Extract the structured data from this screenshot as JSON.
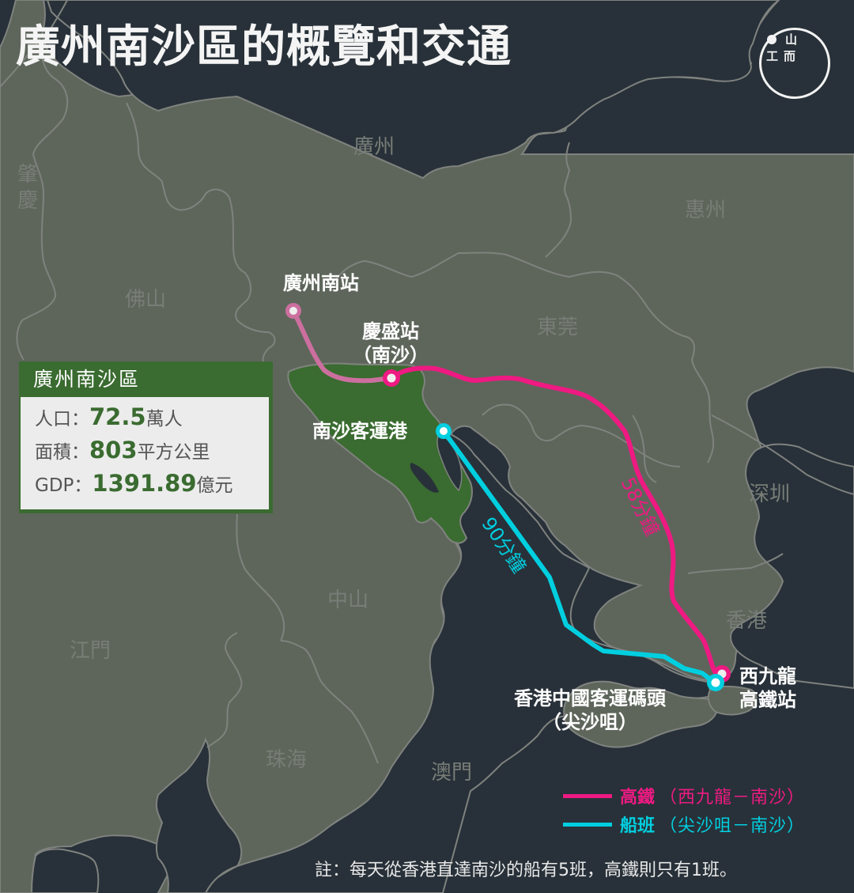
{
  "title": "廣州南沙區的概覽和交通",
  "logo": {
    "icon": "initium-logo",
    "glyph_top": "山",
    "glyph_left": "工",
    "glyph_right": "而"
  },
  "colors": {
    "sea": "#283139",
    "land": "#5e665b",
    "border": "#7f827e",
    "nansha": "#3a6b30",
    "hsr": "#ee1a82",
    "hsr_light": "#cc6f9f",
    "ferry": "#00cfe0",
    "region_label": "#787d77"
  },
  "regions": [
    {
      "name": "廣州"
    },
    {
      "name": "肇慶"
    },
    {
      "name": "佛山"
    },
    {
      "name": "惠州"
    },
    {
      "name": "東莞"
    },
    {
      "name": "深圳"
    },
    {
      "name": "中山"
    },
    {
      "name": "香港"
    },
    {
      "name": "江門"
    },
    {
      "name": "珠海"
    },
    {
      "name": "澳門"
    }
  ],
  "stations": {
    "guangzhou_south": "廣州南站",
    "qingsheng": {
      "line1": "慶盛站",
      "line2": "（南沙）"
    },
    "nansha_port": "南沙客運港",
    "west_kowloon": {
      "line1": "西九龍",
      "line2": "高鐵站"
    },
    "hk_china_ferry": {
      "line1": "香港中國客運碼頭",
      "line2": "（尖沙咀）"
    }
  },
  "durations": {
    "ferry": "90分鐘",
    "hsr": "58分鐘"
  },
  "info_box": {
    "title": "廣州南沙區",
    "rows": [
      {
        "label": "人口：",
        "value": "72.5",
        "unit": "萬人"
      },
      {
        "label": "面積：",
        "value": "803",
        "unit": "平方公里"
      },
      {
        "label": "GDP：",
        "value": "1391.89",
        "unit": "億元"
      }
    ]
  },
  "legend": [
    {
      "label": "高鐵",
      "route": "（西九龍－南沙）",
      "color": "#ee1a82"
    },
    {
      "label": "船班",
      "route": "（尖沙咀－南沙）",
      "color": "#00cfe0"
    }
  ],
  "footnote": "註：每天從香港直達南沙的船有5班，高鐵則只有1班。"
}
